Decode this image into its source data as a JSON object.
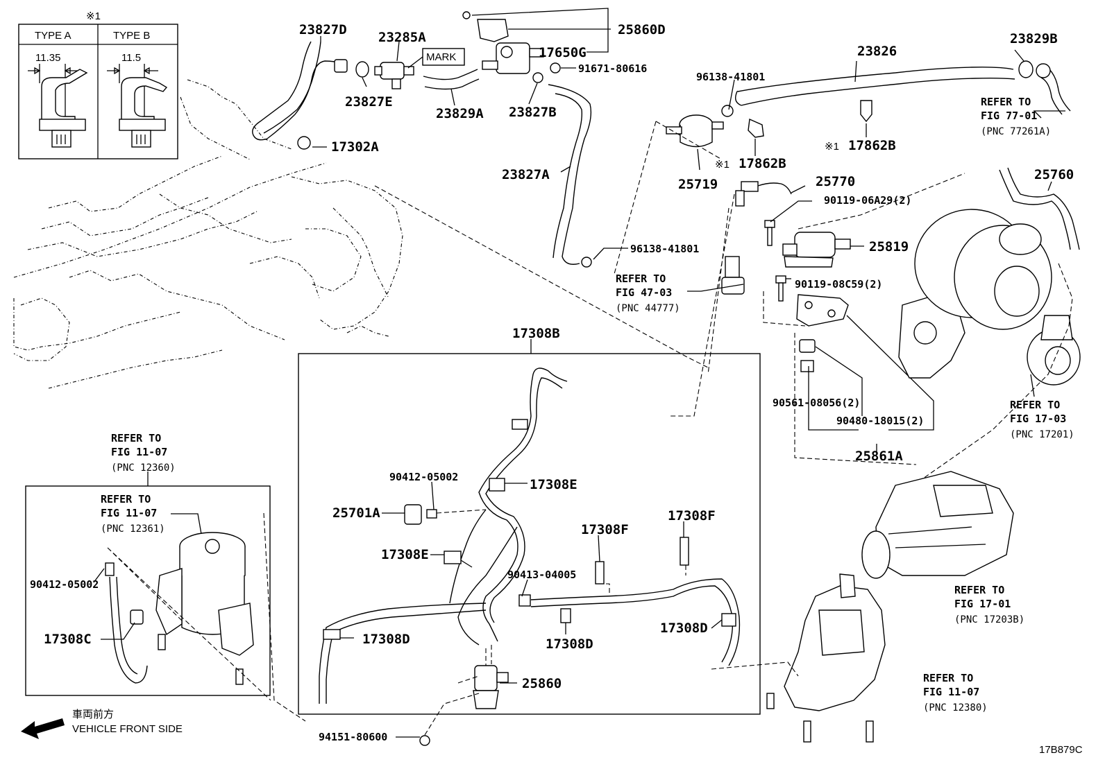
{
  "inset_clip": {
    "marker": "※1",
    "type_a": {
      "title": "TYPE A",
      "dimension": "11.35"
    },
    "type_b": {
      "title": "TYPE B",
      "dimension": "11.5"
    }
  },
  "part_labels": {
    "p23827D": "23827D",
    "p23285A": "23285A",
    "mark": "MARK",
    "p25860D": "25860D",
    "p17650G": "17650G",
    "p91671": "91671-80616",
    "p23827E": "23827E",
    "p23829A": "23829A",
    "p23827B": "23827B",
    "p17302A": "17302A",
    "p23827A": "23827A",
    "p96138a": "96138-41801",
    "p96138b": "96138-41801",
    "p23826": "23826",
    "p23829B": "23829B",
    "p17862B_a": "17862B",
    "p17862B_b": "17862B",
    "mark1_a": "※1",
    "mark1_b": "※1",
    "p25719": "25719",
    "p25770": "25770",
    "p90119a": "90119-06A29(2)",
    "p25760": "25760",
    "p25819": "25819",
    "p90119b": "90119-08C59(2)",
    "p90561": "90561-08056(2)",
    "p90480": "90480-18015(2)",
    "p25861A": "25861A",
    "p17308B": "17308B",
    "p90412a": "90412-05002",
    "p17308E_a": "17308E",
    "p25701A": "25701A",
    "p17308E_b": "17308E",
    "p17308F_a": "17308F",
    "p17308F_b": "17308F",
    "p90413": "90413-04005",
    "p17308D_a": "17308D",
    "p17308D_b": "17308D",
    "p17308D_c": "17308D",
    "p25860": "25860",
    "p94151": "94151-80600",
    "p90412b": "90412-05002",
    "p17308C": "17308C"
  },
  "references": {
    "r77": {
      "line1": "REFER TO",
      "line2": "FIG 77-01",
      "pnc": "(PNC 77261A)"
    },
    "r47": {
      "line1": "REFER TO",
      "line2": "FIG 47-03",
      "pnc": "(PNC 44777)"
    },
    "r1703": {
      "line1": "REFER TO",
      "line2": "FIG 17-03",
      "pnc": "(PNC 17201)"
    },
    "r1107a": {
      "line1": "REFER TO",
      "line2": "FIG 11-07",
      "pnc": "(PNC 12360)"
    },
    "r1107b": {
      "line1": "REFER TO",
      "line2": "FIG 11-07",
      "pnc": "(PNC 12361)"
    },
    "r1701": {
      "line1": "REFER TO",
      "line2": "FIG 17-01",
      "pnc": "(PNC 17203B)"
    },
    "r1107c": {
      "line1": "REFER TO",
      "line2": "FIG 11-07",
      "pnc": "(PNC 12380)"
    }
  },
  "front": {
    "japanese": "車両前方",
    "english": "VEHICLE FRONT SIDE"
  },
  "diagram_code": "17B879C"
}
